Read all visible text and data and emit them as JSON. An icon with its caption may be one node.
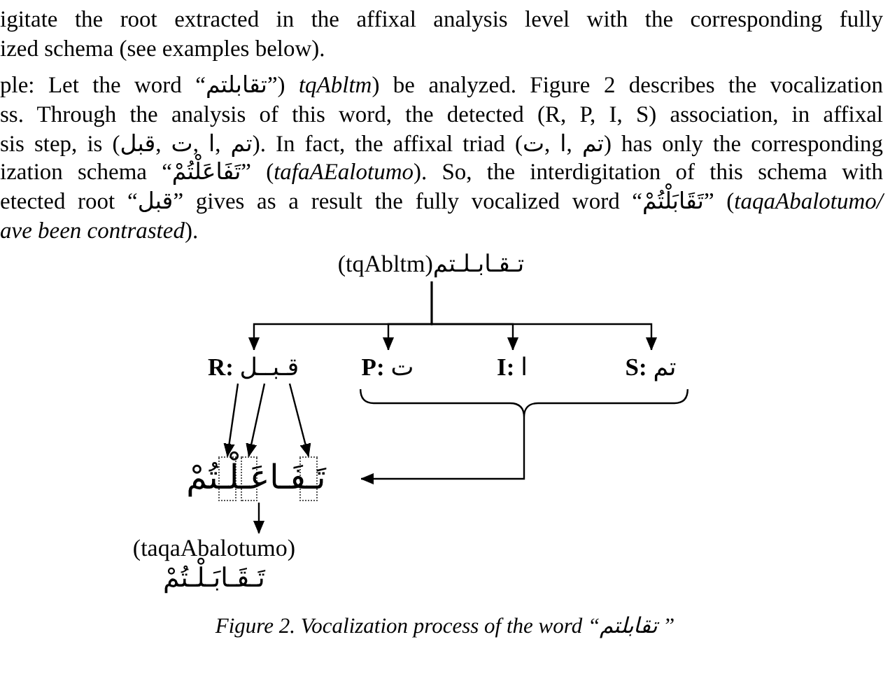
{
  "diagram": {
    "nodes": [
      {
        "text": [
          "(tqAbltm)تـقـابـلـتم"
        ]
      },
      {
        "text": [
          "**R:** قـبــل"
        ]
      },
      {
        "text": [
          "**P:** ت"
        ]
      },
      {
        "text": [
          "**I:** ا"
        ]
      },
      {
        "text": [
          "**S:** تم"
        ]
      },
      {
        "text": [
          "تَـفَـاعَـلْـتُمْ"
        ]
      },
      {
        "text": [],
        "shape": "box",
        "in": 5
      },
      {
        "text": [],
        "shape": "box",
        "in": 5
      },
      {
        "text": [],
        "shape": "box",
        "in": 5
      },
      {
        "text": [
          "(taqaAbalotumo)",
          "تَـقَـابَـلْـتُمْ"
        ]
      },
      {
        "text": [],
        "shape": "brace"
      }
    ],
    "edges": [
      {
        "from": 0,
        "to": 1,
        "arrow": "to"
      },
      {
        "from": 0,
        "to": 2,
        "arrow": "to"
      },
      {
        "from": 0,
        "to": 3,
        "arrow": "to"
      },
      {
        "from": 0,
        "to": 4,
        "arrow": "to"
      },
      {
        "from": 1,
        "to": 6,
        "arrow": "to"
      },
      {
        "from": 1,
        "to": 7,
        "arrow": "to"
      },
      {
        "from": 1,
        "to": 8,
        "arrow": "to"
      },
      {
        "from": 10,
        "to": 5,
        "arrow": "to"
      },
      {
        "from": 5,
        "to": 9,
        "arrow": "to"
      }
    ],
    "labels": [
      "igitate the root extracted in the affixal analysis level with the corresponding fully",
      "ized schema (see examples below).",
      "ple: Let the word “تقابلتم”) *tqAbltm*) be analyzed. Figure 2 describes the vocalization",
      "ss. Through the analysis of this word, the detected (R, P, I, S) association, in affixal",
      "sis step, is (قبل, ت, ا, تم). In fact, the affixal triad (ت, ا, تم) has only the corresponding",
      "ization schema “تَفَاعَلْتُمْ” (*tafaAEalotumo*). So, the interdigitation of this schema with",
      "etected root “قبل” gives as a result the fully vocalized word “تَقَابَلْتُمْ” (*taqaAbalotumo/*",
      "*ave been contrasted*)."
    ],
    "caption": "Figure 2. Vocalization process of the word “تقابلتم ”"
  }
}
